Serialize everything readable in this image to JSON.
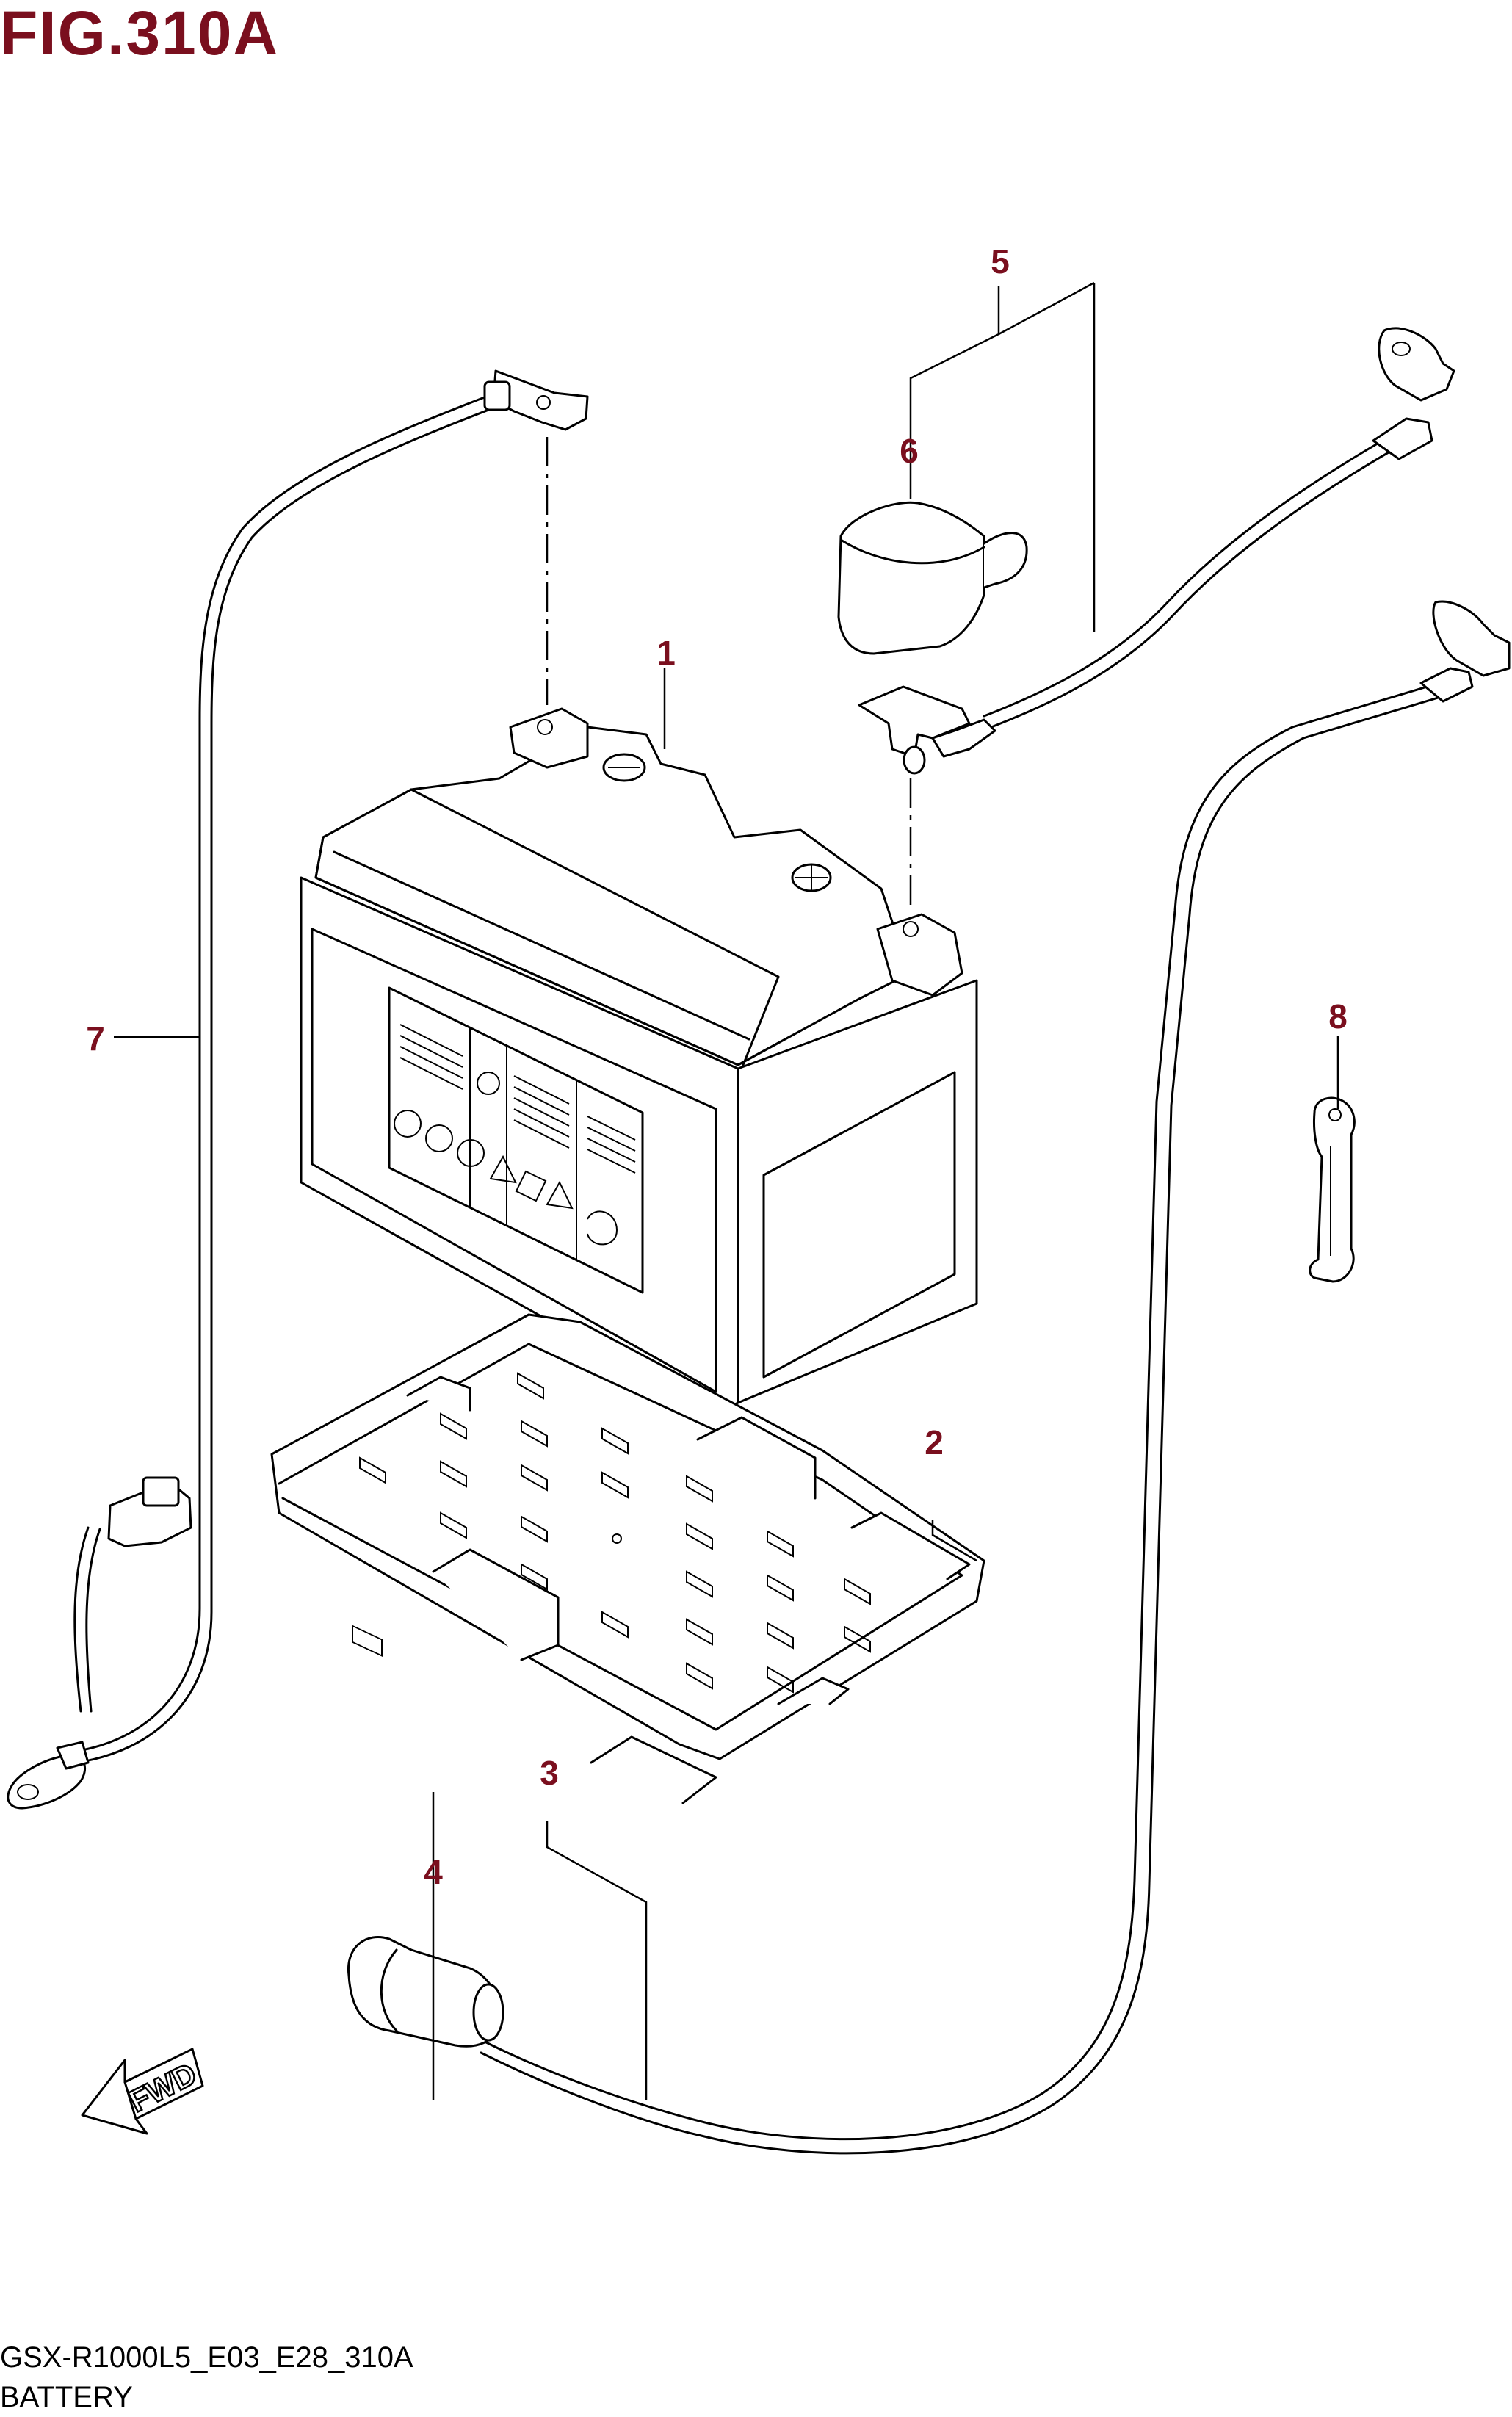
{
  "figure": {
    "title": "FIG.310A"
  },
  "footer": {
    "model_code": "GSX-R1000L5_E03_E28_310A",
    "section_name": "BATTERY"
  },
  "callouts": {
    "c1": "1",
    "c2": "2",
    "c3": "3",
    "c4": "4",
    "c5": "5",
    "c6": "6",
    "c7": "7",
    "c8": "8"
  },
  "direction_marker": {
    "label": "FWD"
  },
  "colors": {
    "title": "#7a0f1e",
    "callout": "#7a0f1e",
    "line": "#000000"
  }
}
